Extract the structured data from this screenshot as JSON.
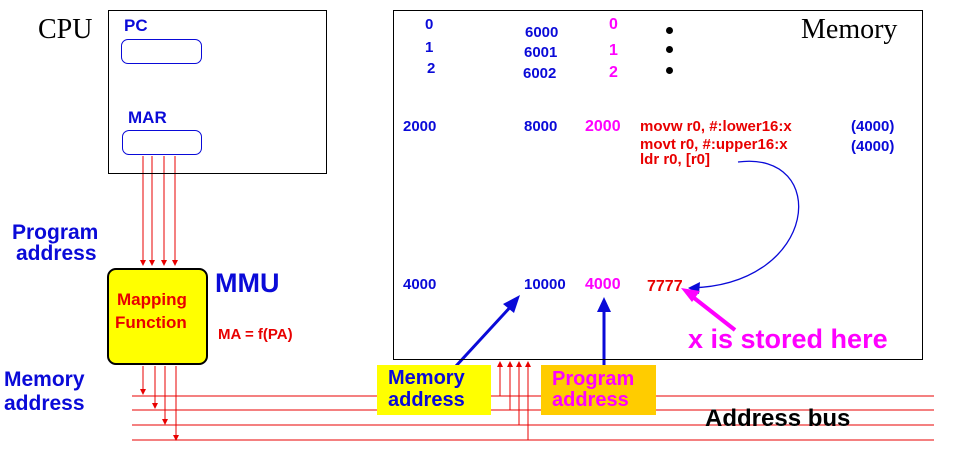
{
  "cpu": {
    "title": "CPU",
    "pc_label": "PC",
    "mar_label": "MAR"
  },
  "memory": {
    "title": "Memory",
    "rows": [
      {
        "a": "0",
        "b": "6000",
        "c": "0"
      },
      {
        "a": "1",
        "b": "6001",
        "c": "1"
      },
      {
        "a": "2",
        "b": "6002",
        "c": "2"
      },
      {
        "a": "2000",
        "b": "8000",
        "c": "2000"
      },
      {
        "a": "4000",
        "b": "10000",
        "c": "4000"
      }
    ],
    "code": [
      {
        "instr": "movw  r0, #:lower16:x",
        "val": "(4000)"
      },
      {
        "instr": "movt   r0, #:upper16:x",
        "val": "(4000)"
      },
      {
        "instr": "ldr   r0, [r0]",
        "val": ""
      }
    ],
    "stored_value": "7777"
  },
  "labels": {
    "program_address_1": "Program",
    "program_address_2": "address",
    "memory_address_1": "Memory",
    "memory_address_2": "address",
    "mmu": "MMU",
    "mapping_1": "Mapping",
    "mapping_2": "Function",
    "ma_formula": "MA = f(PA)",
    "x_stored": "x is stored here",
    "mem_addr_box_1": "Memory",
    "mem_addr_box_2": "address",
    "prog_addr_box_1": "Program",
    "prog_addr_box_2": "address",
    "address_bus": "Address bus"
  },
  "colors": {
    "blue": "#0a0ad8",
    "magenta": "#ff00ff",
    "red": "#e80000",
    "mmu_fill": "#ffff00",
    "label_fill": "#ffcc00"
  }
}
